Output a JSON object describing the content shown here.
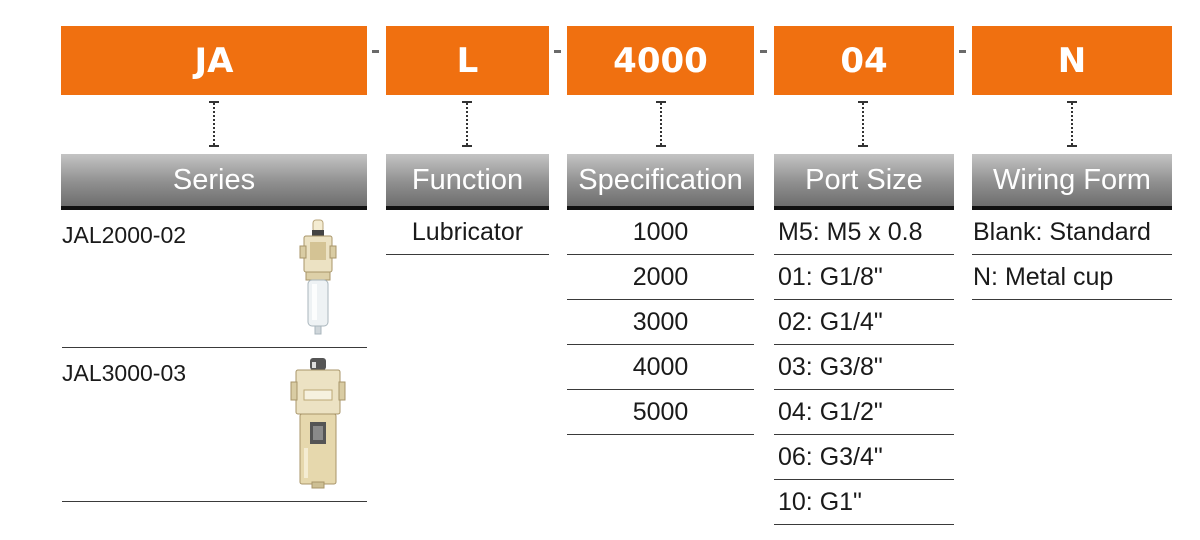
{
  "brand_color": "#f07010",
  "code_parts": [
    {
      "value": "JA"
    },
    {
      "value": "L"
    },
    {
      "value": "4000"
    },
    {
      "value": "04"
    },
    {
      "value": "N"
    }
  ],
  "separator": "-",
  "columns": {
    "series": {
      "header": "Series",
      "items": [
        {
          "label": "JAL2000-02",
          "image": "lubricator-small-icon"
        },
        {
          "label": "JAL3000-03",
          "image": "lubricator-large-icon"
        }
      ]
    },
    "function": {
      "header": "Function",
      "items": [
        "Lubricator"
      ]
    },
    "specification": {
      "header": "Specification",
      "items": [
        "1000",
        "2000",
        "3000",
        "4000",
        "5000"
      ]
    },
    "port_size": {
      "header": "Port Size",
      "items": [
        "M5: M5 x 0.8",
        "01: G1/8\"",
        "02: G1/4\"",
        "03: G3/8\"",
        "04: G1/2\"",
        "06: G3/4\"",
        "10: G1\""
      ]
    },
    "wiring_form": {
      "header": "Wiring Form",
      "items": [
        "Blank: Standard",
        "N: Metal cup"
      ]
    }
  }
}
